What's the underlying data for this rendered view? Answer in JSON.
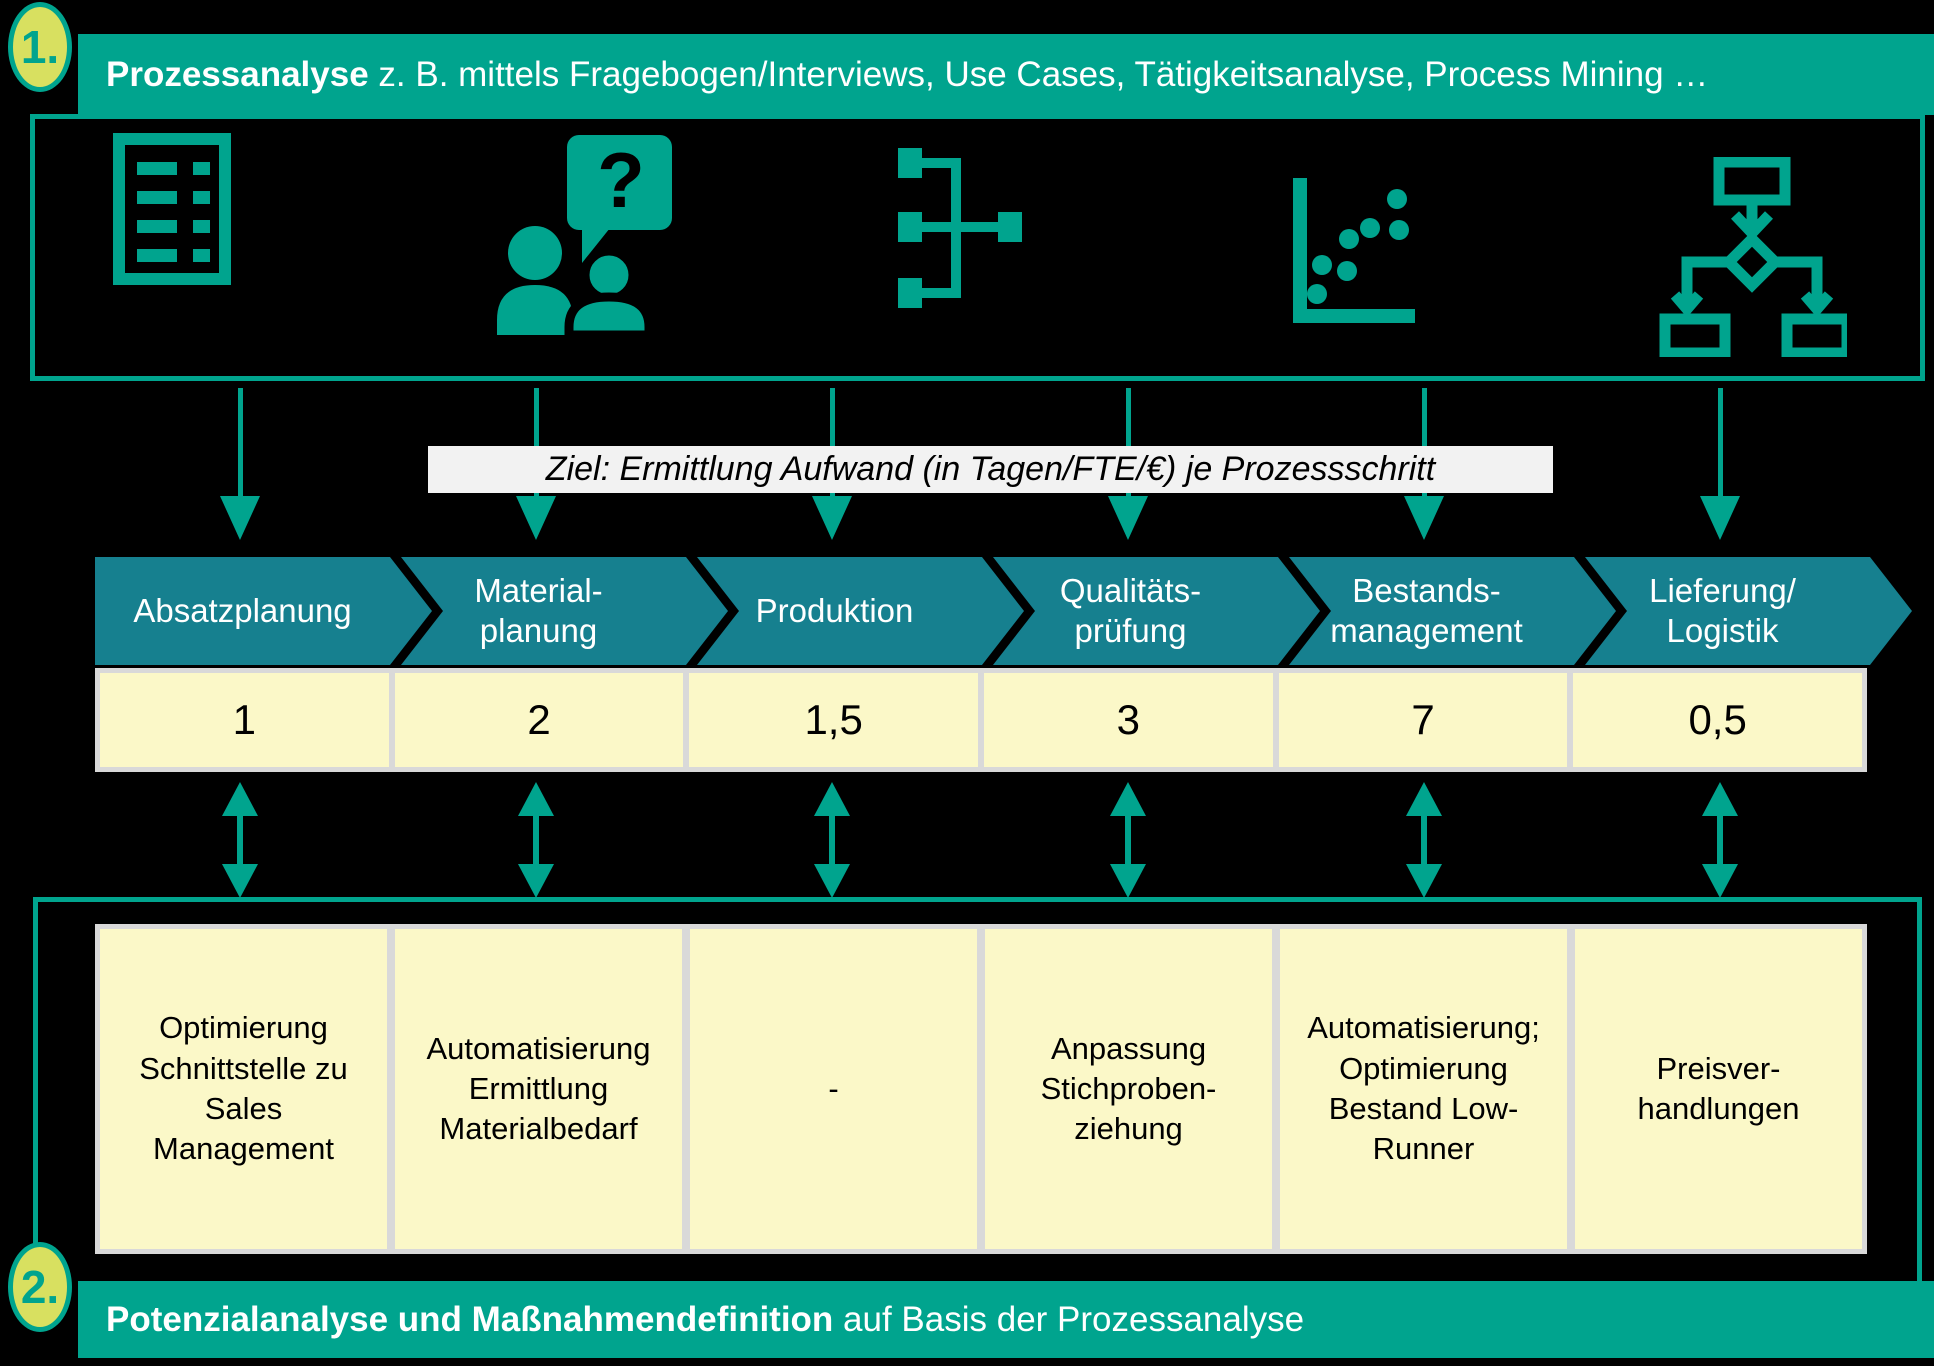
{
  "colors": {
    "background": "#000000",
    "teal_accent": "#00a48e",
    "chevron_fill": "#16808f",
    "badge_fill": "#d8e060",
    "cell_yellow": "#fbf8c8",
    "cell_frame_gray": "#d9d9d9",
    "banner_bg": "#f2f2f2"
  },
  "step1": {
    "number": "1.",
    "title_bold": "Prozessanalyse",
    "title_rest": " z. B. mittels Fragebogen/Interviews, Use Cases, Tätigkeitsanalyse, Process Mining …"
  },
  "analysis_toolbox": {
    "icons": [
      "questionnaire-form-icon",
      "interview-people-icon",
      "use-case-hierarchy-icon",
      "scatter-analysis-icon",
      "process-flowchart-icon"
    ],
    "bubble_glyph": "?"
  },
  "goal_banner": {
    "text": "Ziel: Ermittlung Aufwand (in Tagen/FTE/€) je Prozessschritt"
  },
  "process": {
    "steps": [
      {
        "label": "Absatzplanung",
        "value": "1",
        "measure": "Optimierung\nSchnittstelle zu\nSales\nManagement"
      },
      {
        "label": "Material-\nplanung",
        "value": "2",
        "measure": "Automatisierung\nErmittlung\nMaterialbedarf"
      },
      {
        "label": "Produktion",
        "value": "1,5",
        "measure": "-"
      },
      {
        "label": "Qualitäts-\nprüfung",
        "value": "3",
        "measure": "Anpassung\nStichproben-\nziehung"
      },
      {
        "label": "Bestands-\nmanagement",
        "value": "7",
        "measure": "Automatisierung;\nOptimierung\nBestand Low-\nRunner"
      },
      {
        "label": "Lieferung/\nLogistik",
        "value": "0,5",
        "measure": "Preisver-\nhandlungen"
      }
    ]
  },
  "step2": {
    "number": "2.",
    "title_bold": "Potenzialanalyse und Maßnahmendefinition",
    "title_rest": " auf Basis der Prozessanalyse"
  }
}
